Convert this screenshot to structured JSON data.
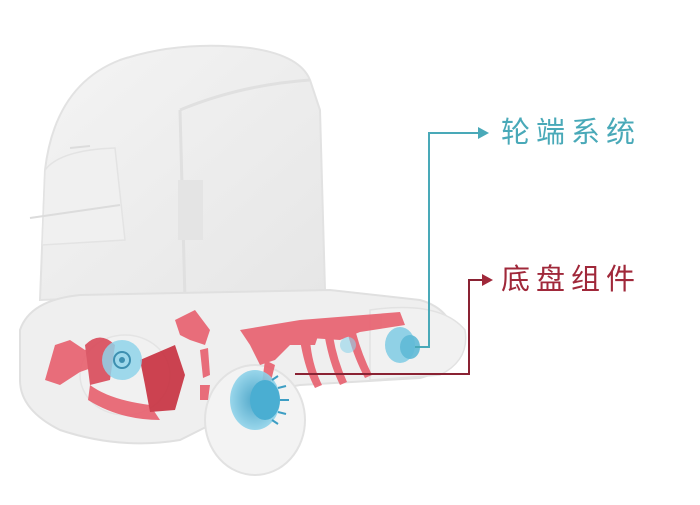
{
  "diagram": {
    "subject": "translucent truck cab with highlighted chassis and wheel-end components",
    "callouts": [
      {
        "id": "wheel-end",
        "label": "轮端系统",
        "color": "#49a9b8",
        "arrow": "right-arrow",
        "points_to": "rear wheel hub"
      },
      {
        "id": "chassis",
        "label": "底盘组件",
        "color": "#a0283a",
        "arrow": "right-arrow",
        "points_to": "chassis frame components"
      }
    ],
    "colors": {
      "background": "#ffffff",
      "truck_body": "#ececec",
      "chassis_parts": "#e8606e",
      "chassis_dark": "#c8303f",
      "wheel_parts": "#5fb9d6"
    }
  }
}
